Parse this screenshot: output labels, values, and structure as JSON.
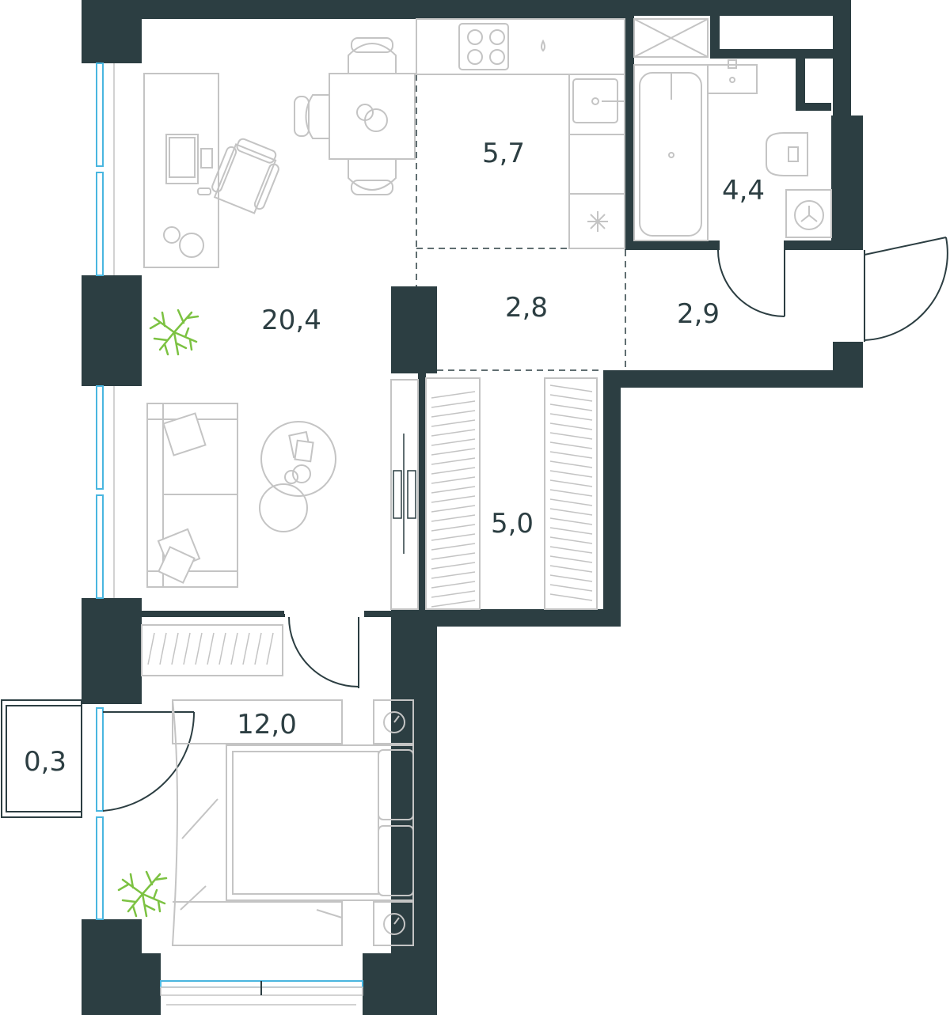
{
  "plan": {
    "rooms": [
      {
        "id": "living-room",
        "area": "20,4"
      },
      {
        "id": "kitchen",
        "area": "5,7"
      },
      {
        "id": "bathroom",
        "area": "4,4"
      },
      {
        "id": "corridor",
        "area": "2,8"
      },
      {
        "id": "entrance-hall",
        "area": "2,9"
      },
      {
        "id": "wardrobe",
        "area": "5,0"
      },
      {
        "id": "bedroom",
        "area": "12,0"
      },
      {
        "id": "balcony",
        "area": "0,3"
      }
    ],
    "colors": {
      "wall": "#2c3e42",
      "furniture": "#c4c4c4",
      "window": "#49b6e0",
      "plant": "#7cc242"
    }
  }
}
